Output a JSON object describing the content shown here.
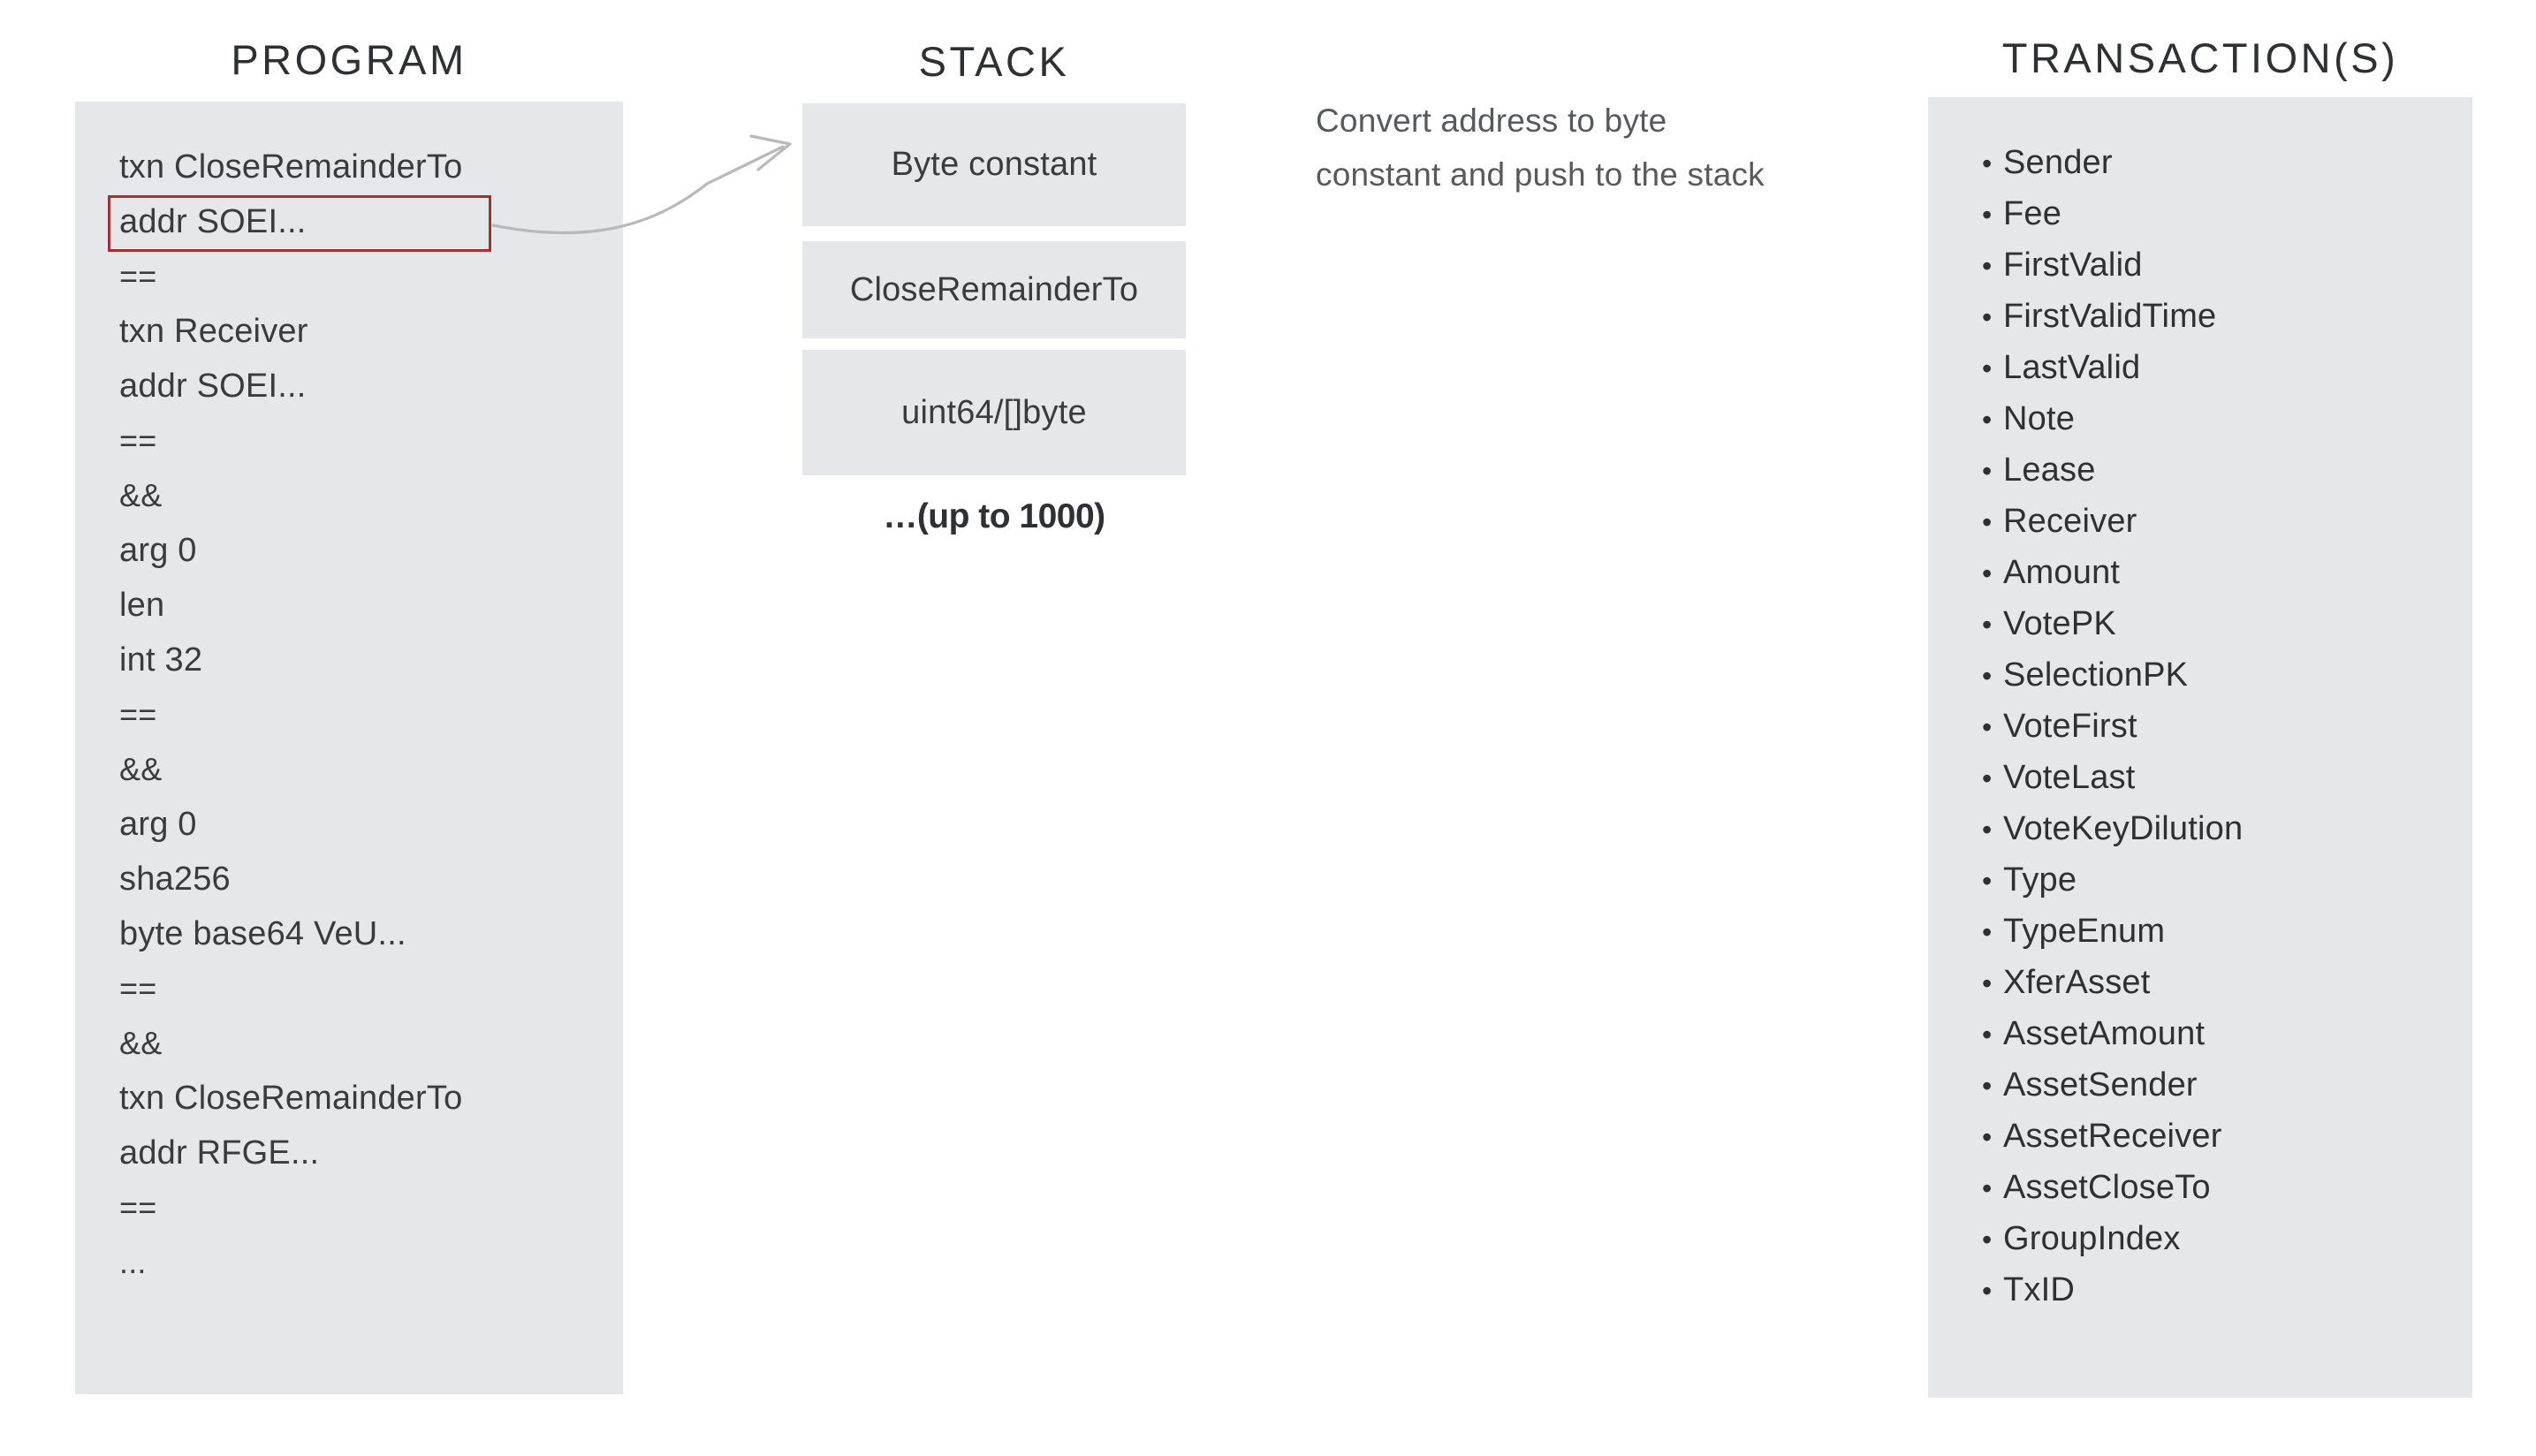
{
  "program": {
    "header": "PROGRAM",
    "lines": [
      "txn CloseRemainderTo",
      "addr SOEI...",
      "==",
      "txn Receiver",
      "addr SOEI...",
      "==",
      "&&",
      "arg 0",
      "len",
      "int 32",
      "==",
      "&&",
      "arg 0",
      "sha256",
      "byte base64 VeU...",
      "==",
      "&&",
      "txn CloseRemainderTo",
      "addr RFGE...",
      "==",
      "..."
    ],
    "highlighted_line_index": 1,
    "highlight_color": "#a22f35",
    "panel_color": "#e5e7ea"
  },
  "stack": {
    "header": "STACK",
    "boxes": [
      "Byte constant",
      "CloseRemainderTo",
      "uint64/[]byte"
    ],
    "more_label": "…(up to 1000)",
    "box_color": "#e5e7ea"
  },
  "annotation": {
    "line1": "Convert address to byte",
    "line2": "constant and push to the stack",
    "color": "#58595c"
  },
  "transactions": {
    "header": "TRANSACTION(S)",
    "bullet": "•",
    "fields": [
      "Sender",
      "Fee",
      "FirstValid",
      "FirstValidTime",
      "LastValid",
      "Note",
      "Lease",
      "Receiver",
      "Amount",
      "VotePK",
      "SelectionPK",
      "VoteFirst",
      "VoteLast",
      "VoteKeyDilution",
      "Type",
      "TypeEnum",
      "XferAsset",
      "AssetAmount",
      "AssetSender",
      "AssetReceiver",
      "AssetCloseTo",
      "GroupIndex",
      "TxID"
    ],
    "panel_color": "#e5e7ea"
  }
}
